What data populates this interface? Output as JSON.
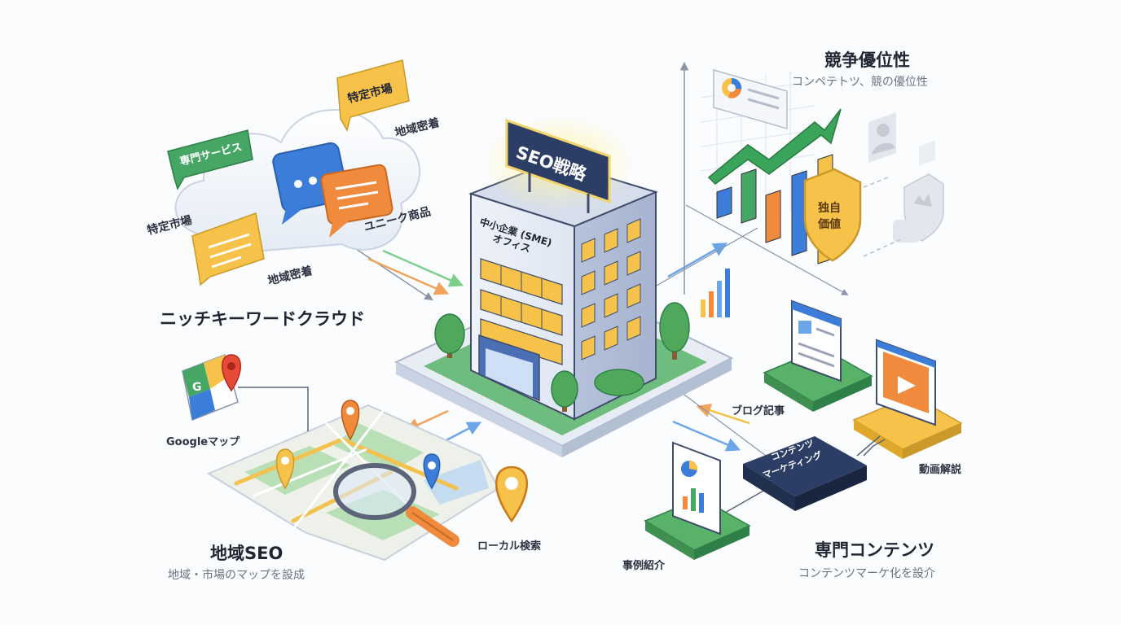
{
  "building": {
    "sign": "SEO戦略",
    "facade_line1": "中小企業 (SME)",
    "facade_line2": "オフィス"
  },
  "keyword_cloud": {
    "title": "ニッチキーワードクラウド",
    "tags": [
      "特定市場",
      "専門サービス",
      "地域密着",
      "特定市場",
      "ユニーク商品",
      "地域密着"
    ]
  },
  "local_seo": {
    "title": "地域SEO",
    "subtitle": "地域・市場のマップを設成",
    "google_maps_label": "Googleマップ",
    "local_search_label": "ローカル検索"
  },
  "competitive": {
    "title": "競争優位性",
    "subtitle": "コンペテトツ、競の優位性",
    "shield_text": "独自価値"
  },
  "content": {
    "title": "専門コンテンツ",
    "subtitle": "コンテンツマーケ化を設介",
    "hub_line1": "コンテンツ",
    "hub_line2": "マーケティング",
    "blog_label": "ブログ記事",
    "video_label": "動画解説",
    "case_label": "事例紹介"
  },
  "colors": {
    "navy": "#2c3e66",
    "green": "#58b368",
    "orange": "#f08a3c",
    "yellow": "#f7c24a",
    "blue": "#3b7dd8"
  }
}
